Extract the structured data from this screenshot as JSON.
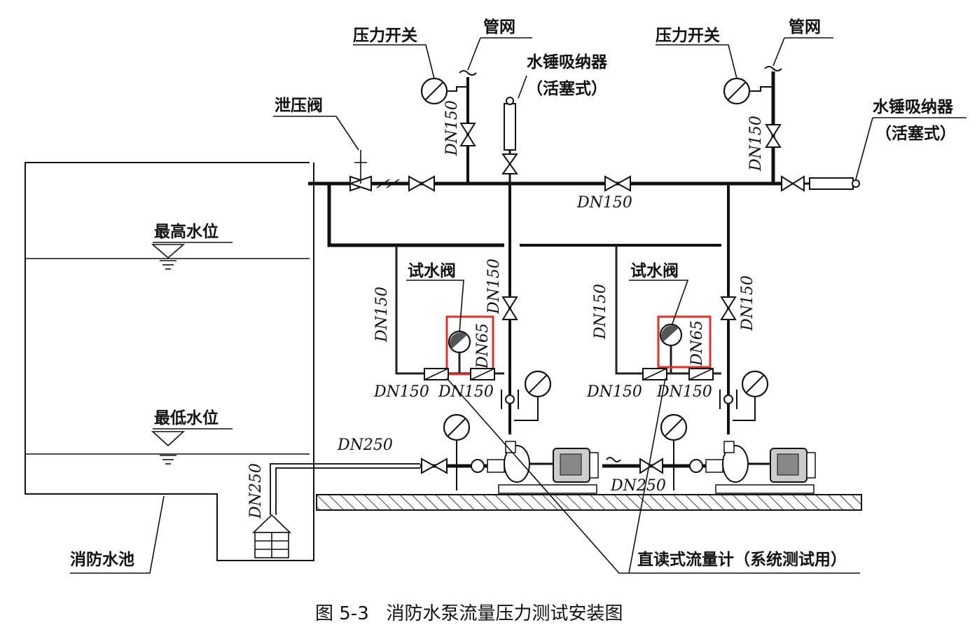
{
  "labels": {
    "pressure_switch_left": "压力开关",
    "pipe_network_left": "管网",
    "water_hammer_arrester_center": "水锤吸纳器",
    "piston_type_center": "（活塞式）",
    "pressure_switch_right": "压力开关",
    "pipe_network_right": "管网",
    "water_hammer_arrester_right": "水锤吸纳器",
    "piston_type_right": "（活塞式）",
    "relief_valve": "泄压阀",
    "highest_water_level": "最高水位",
    "lowest_water_level": "最低水位",
    "test_valve_left": "试水阀",
    "test_valve_right": "试水阀",
    "fire_water_pool": "消防水池",
    "flow_meter": "直读式流量计（系统测试用）"
  },
  "pipe_sizes": {
    "dn150_top_left_vertical": "DN150",
    "dn150_top_right_vertical": "DN150",
    "dn150_header": "DN150",
    "dn150_loop_left": "DN150",
    "dn150_riser_left": "DN150",
    "dn150_loop_right": "DN150",
    "dn150_riser_right": "DN150",
    "dn65_left": "DN65",
    "dn65_right": "DN65",
    "dn150_meter_left_a": "DN150",
    "dn150_meter_left_b": "DN150",
    "dn150_meter_right_a": "DN150",
    "dn150_meter_right_b": "DN150",
    "dn250_suction": "DN250",
    "dn250_suction_lower": "DN250",
    "dn250_vertical": "DN250"
  },
  "caption": "图 5-3   消防水泵流量压力测试安装图"
}
